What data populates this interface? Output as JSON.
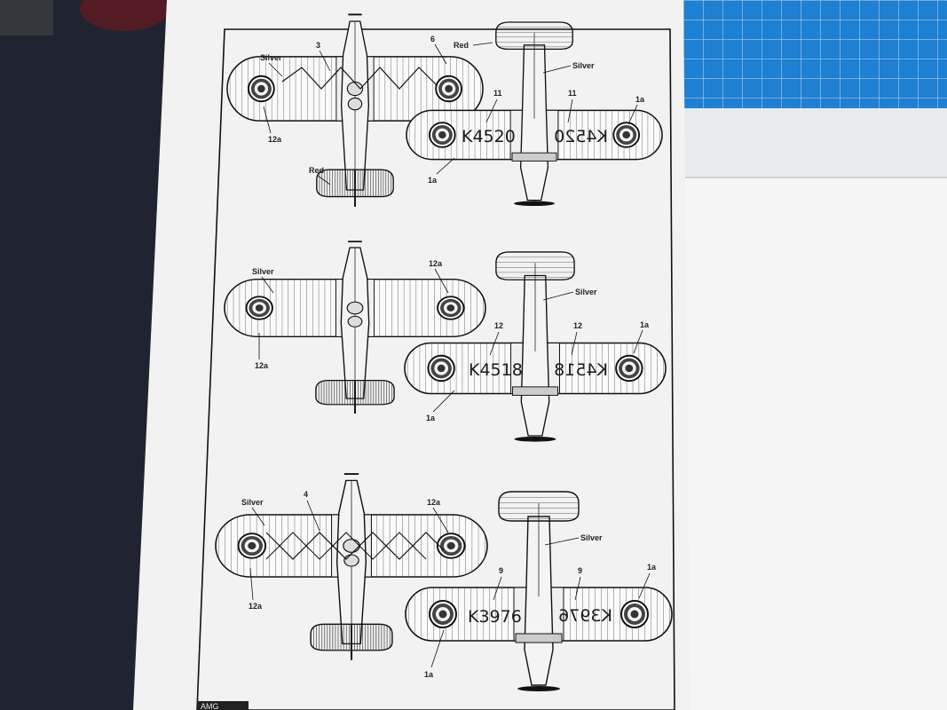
{
  "sheet": {
    "brand": "AMG",
    "colors": {
      "paper": "#f2f2f2",
      "ink": "#1c1c1c",
      "cutting_mat": "#1f7fd0",
      "desk": "#1d1f22"
    }
  },
  "profiles": [
    {
      "top_view": {
        "labels": {
          "color": "Silver",
          "part_a": "3",
          "part_b": "6",
          "roundel": "12a",
          "tail_color": "Red"
        }
      },
      "bottom_view": {
        "labels": {
          "tail_color": "Red",
          "color": "Silver",
          "part_left": "11",
          "part_right": "11",
          "roundel_right": "1a",
          "roundel_left": "1a"
        },
        "registration": "K4520",
        "registration_mirror": "K4520"
      }
    },
    {
      "top_view": {
        "labels": {
          "color": "Silver",
          "roundel_right": "12a",
          "roundel_left": "12a"
        }
      },
      "bottom_view": {
        "labels": {
          "color": "Silver",
          "part_left": "12",
          "part_right": "12",
          "roundel_right": "1a",
          "roundel_left": "1a"
        },
        "registration": "K4518",
        "registration_mirror": "K4518"
      }
    },
    {
      "top_view": {
        "labels": {
          "color": "Silver",
          "part_a": "4",
          "roundel_right": "12a",
          "roundel_left": "12a"
        }
      },
      "bottom_view": {
        "labels": {
          "color": "Silver",
          "part_left": "9",
          "part_right": "9",
          "roundel_right": "1a",
          "roundel_left": "1a"
        },
        "registration": "K3976",
        "registration_mirror": "K3976"
      }
    }
  ]
}
